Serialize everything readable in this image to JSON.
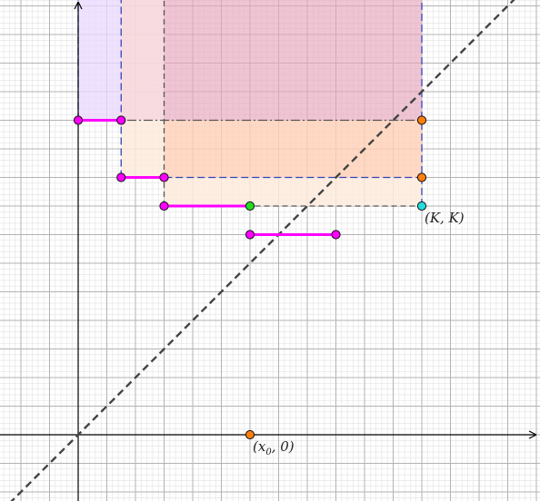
{
  "colors": {
    "minor_grid": "#e2e2e2",
    "major_grid": "#b3b3b3",
    "axis": "#000000",
    "diagonal": "#444444",
    "segment": "#ff00ff",
    "endpoint": "#ff00ff",
    "orange_point": "#ff7f0e",
    "green_point": "#22dd22",
    "cyan_point": "#22dddd",
    "region_violet": "#e9d8ff",
    "region_pink": "#e7a6bd",
    "region_pink_light": "#f7d7dd",
    "region_orange": "#ffd0b5",
    "region_cream": "#fdebdc",
    "blue_dashed": "#3344bb",
    "gray_dashed": "#555555"
  },
  "labels": {
    "kk": "(K, K)",
    "x0": "(x",
    "x0_sub": "0",
    "x0_tail": ", 0)"
  },
  "diagram": {
    "x_range": [
      -2.7,
      16.1
    ],
    "y_range": [
      -2.3,
      15.2
    ],
    "major_step": 1,
    "minor_step": 0.2,
    "diagonal": {
      "from": [
        -2.7,
        -2.7
      ],
      "to": [
        16.1,
        16.1
      ]
    },
    "points": {
      "kk": [
        12,
        8
      ],
      "x0": [
        6,
        0
      ],
      "green": [
        6,
        8
      ],
      "orange_top": [
        12,
        11
      ],
      "orange_mid": [
        12,
        9
      ]
    },
    "segments": [
      {
        "from": [
          0,
          11
        ],
        "to": [
          1.5,
          11
        ]
      },
      {
        "from": [
          1.5,
          9
        ],
        "to": [
          3,
          9
        ]
      },
      {
        "from": [
          3,
          8
        ],
        "to": [
          6,
          8
        ]
      },
      {
        "from": [
          6,
          7
        ],
        "to": [
          9,
          7
        ]
      }
    ],
    "endpoints": [
      [
        0,
        11
      ],
      [
        1.5,
        11
      ],
      [
        1.5,
        9
      ],
      [
        3,
        9
      ],
      [
        3,
        8
      ],
      [
        6,
        7
      ],
      [
        9,
        7
      ]
    ]
  }
}
